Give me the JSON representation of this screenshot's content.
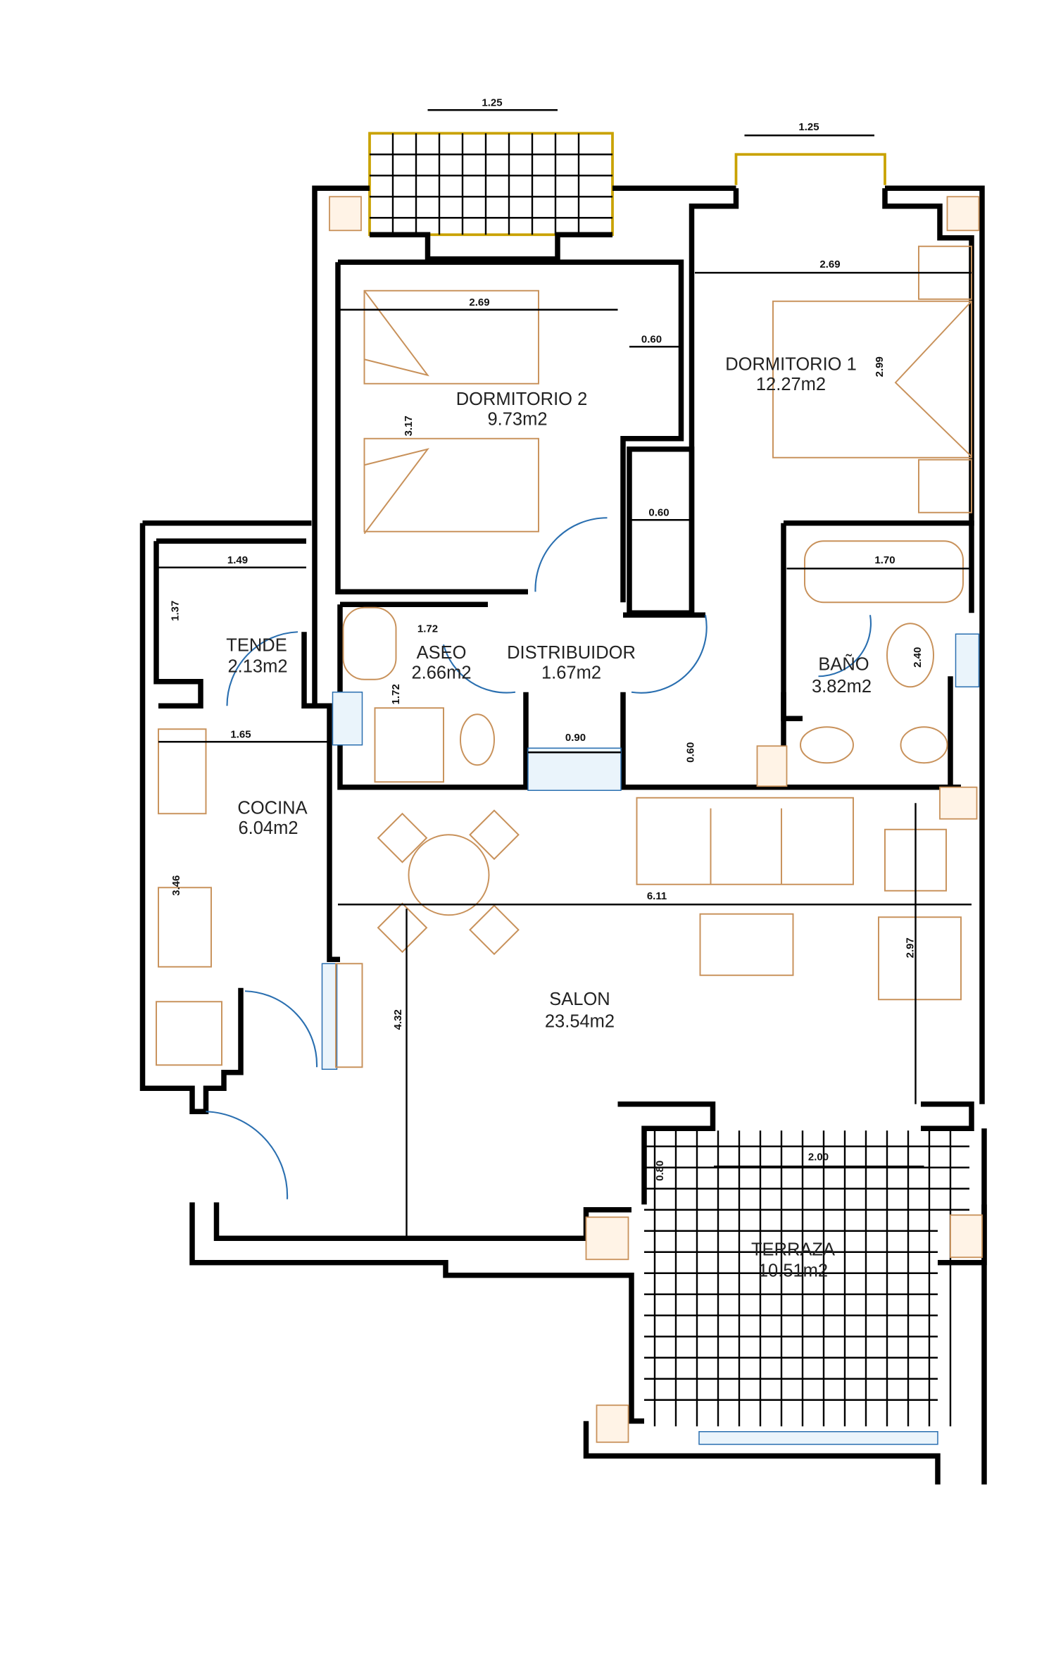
{
  "title": "Floor plan",
  "rooms": {
    "dormitorio2": {
      "name": "DORMITORIO 2",
      "area": "9.73m2"
    },
    "dormitorio1": {
      "name": "DORMITORIO 1",
      "area": "12.27m2"
    },
    "aseo": {
      "name": "ASEO",
      "area": "2.66m2"
    },
    "distribuidor": {
      "name": "DISTRIBUIDOR",
      "area": "1.67m2"
    },
    "bano": {
      "name": "BAÑO",
      "area": "3.82m2"
    },
    "tende": {
      "name": "TENDE",
      "area": "2.13m2"
    },
    "cocina": {
      "name": "COCINA",
      "area": "6.04m2"
    },
    "salon": {
      "name": "SALON",
      "area": "23.54m2"
    },
    "terraza": {
      "name": "TERRAZA",
      "area": "10.51m2"
    }
  },
  "dimensions": {
    "balcony_left": "1.25",
    "balcony_right": "1.25",
    "dorm2_width": "2.69",
    "dorm2_depth": "3.17",
    "dorm1_width": "2.69",
    "dorm1_depth": "2.99",
    "closet_upper": "0.60",
    "closet_lower": "0.60",
    "bath_tub": "1.70",
    "bano_depth": "2.40",
    "aseo_width": "1.72",
    "aseo_depth": "1.72",
    "hall_width": "0.90",
    "closet_salon": "0.60",
    "tende_width": "1.49",
    "tende_depth": "1.37",
    "cocina_width": "1.65",
    "cocina_depth": "3.46",
    "salon_width": "6.11",
    "salon_depth": "4.32",
    "salon_right": "2.97",
    "terraza_width": "2.00",
    "terraza_depth": "0.80"
  },
  "colors": {
    "walls": "#000000",
    "furniture": "#c8915a",
    "doors": "#2a6fb0",
    "balcony": "#c9a200"
  }
}
